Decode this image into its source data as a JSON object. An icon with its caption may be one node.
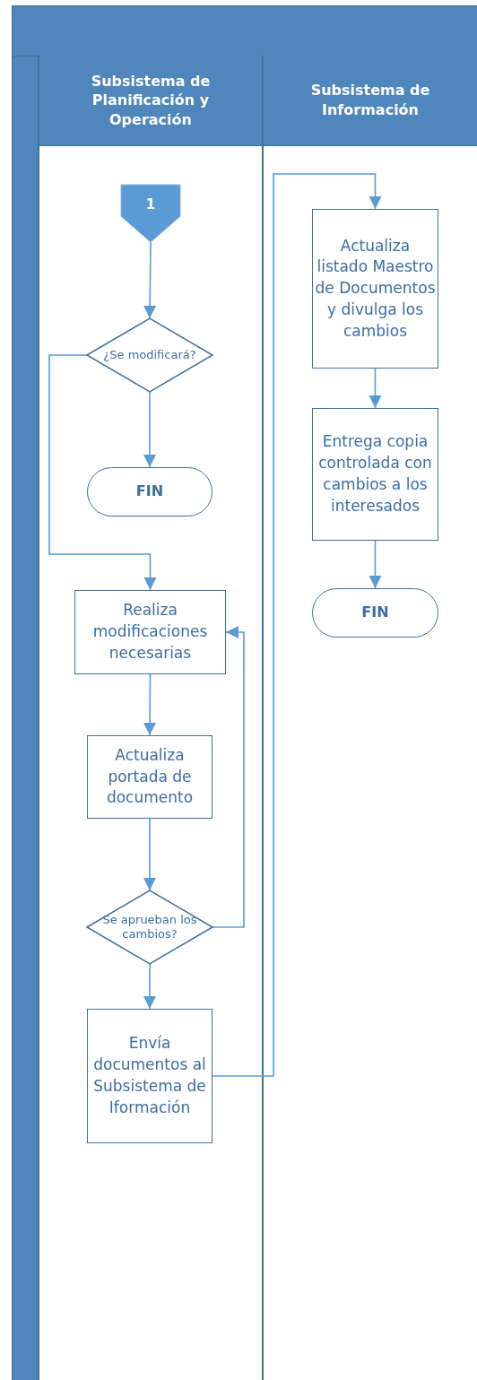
{
  "diagram": {
    "nodes": [
      {
        "text": [
          "Subsistema de Planificación y Operación"
        ]
      },
      {
        "text": [
          "Subsistema de Información"
        ]
      },
      {
        "text": [
          "1"
        ],
        "in": 0
      },
      {
        "text": [
          "¿Se modificará?"
        ],
        "in": 0
      },
      {
        "text": [
          "FIN"
        ],
        "in": 0
      },
      {
        "text": [
          "Realiza modificaciones necesarias"
        ],
        "in": 0
      },
      {
        "text": [
          "Actualiza portada de documento"
        ],
        "in": 0
      },
      {
        "text": [
          "Se aprueban los cambios?"
        ],
        "in": 0
      },
      {
        "text": [
          "Envía documentos al Subsistema de Iformación"
        ],
        "in": 0
      },
      {
        "text": [
          "Actualiza listado Maestro de Documentos y divulga los cambios"
        ],
        "in": 1
      },
      {
        "text": [
          "Entrega copia controlada con cambios a los interesados"
        ],
        "in": 1
      },
      {
        "text": [
          "FIN"
        ],
        "in": 1
      }
    ],
    "edges": [
      {
        "from": 2,
        "to": 3,
        "arrow": "to"
      },
      {
        "from": 3,
        "to": 4,
        "arrow": "to"
      },
      {
        "from": 3,
        "to": 5,
        "arrow": "to"
      },
      {
        "from": 5,
        "to": 6,
        "arrow": "to"
      },
      {
        "from": 6,
        "to": 7,
        "arrow": "to"
      },
      {
        "from": 7,
        "to": 5,
        "arrow": "to"
      },
      {
        "from": 7,
        "to": 8,
        "arrow": "to"
      },
      {
        "from": 8,
        "to": 9,
        "arrow": "to"
      },
      {
        "from": 9,
        "to": 10,
        "arrow": "to"
      },
      {
        "from": 10,
        "to": 11,
        "arrow": "to"
      }
    ]
  }
}
